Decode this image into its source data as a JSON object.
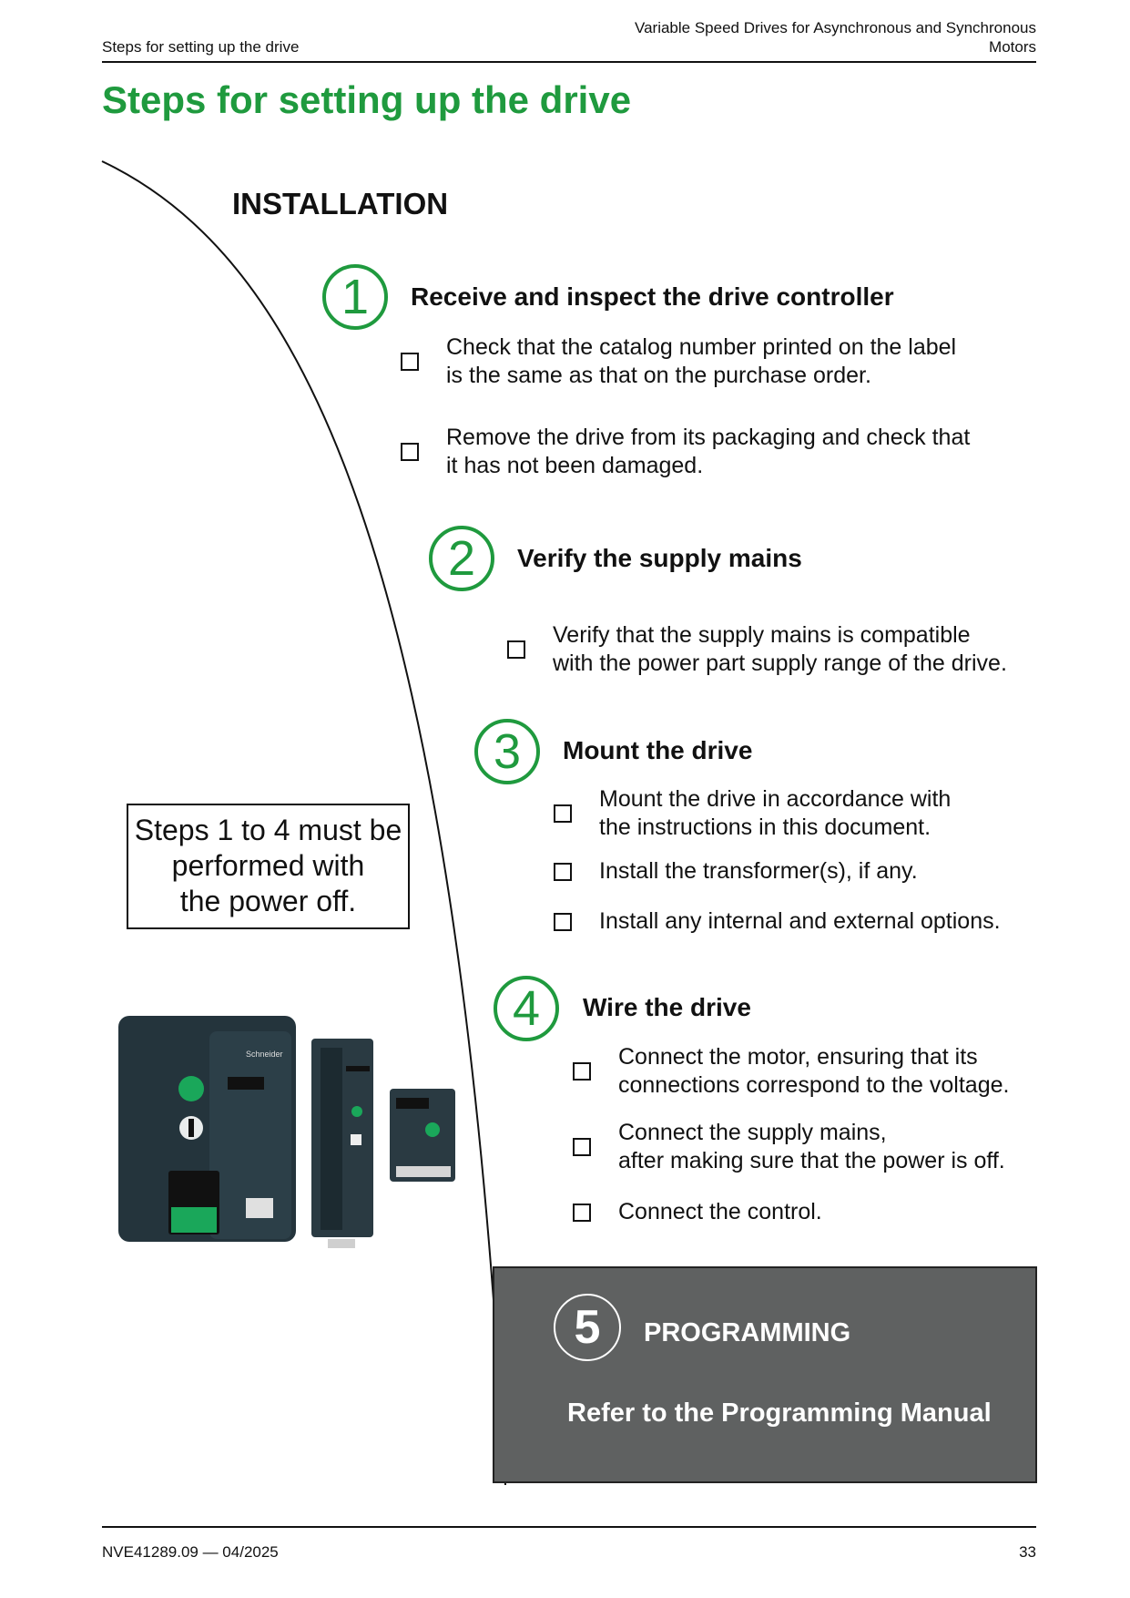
{
  "header": {
    "section": "Steps for setting up the drive",
    "doc_title_line1": "Variable Speed Drives for Asynchronous and Synchronous",
    "doc_title_line2": "Motors"
  },
  "page_title": "Steps for setting up the drive",
  "installation_title": "INSTALLATION",
  "steps": [
    {
      "number": "1",
      "title": "Receive and inspect the drive controller",
      "items": [
        [
          "Check that the catalog number printed on the label",
          "is the same as that on the purchase order."
        ],
        [
          "Remove the drive from its packaging and check that",
          "it has not been damaged."
        ]
      ]
    },
    {
      "number": "2",
      "title": "Verify the supply mains",
      "items": [
        [
          "Verify that the supply mains is compatible",
          "with the power part supply range of the drive."
        ]
      ]
    },
    {
      "number": "3",
      "title": "Mount the drive",
      "items": [
        [
          "Mount the drive in accordance with",
          "the instructions in this document."
        ],
        [
          "Install the transformer(s), if any."
        ],
        [
          "Install any internal and external options."
        ]
      ]
    },
    {
      "number": "4",
      "title": "Wire the drive",
      "items": [
        [
          "Connect the motor, ensuring that its",
          "connections correspond to the voltage."
        ],
        [
          "Connect the supply mains,",
          "after making sure that the power is off."
        ],
        [
          "Connect the control."
        ]
      ]
    }
  ],
  "note": {
    "line1": "Steps 1 to 4 must be",
    "line2": "performed with",
    "line3": "the power off."
  },
  "programming": {
    "number": "5",
    "title": "PROGRAMMING",
    "reference": "Refer to the Programming Manual"
  },
  "product_logo": "Schneider",
  "footer": {
    "doc_ref": "NVE41289.09 — 04/2025",
    "page": "33"
  },
  "colors": {
    "accent_green": "#1f9a3e",
    "programming_bg": "#5f6161"
  }
}
